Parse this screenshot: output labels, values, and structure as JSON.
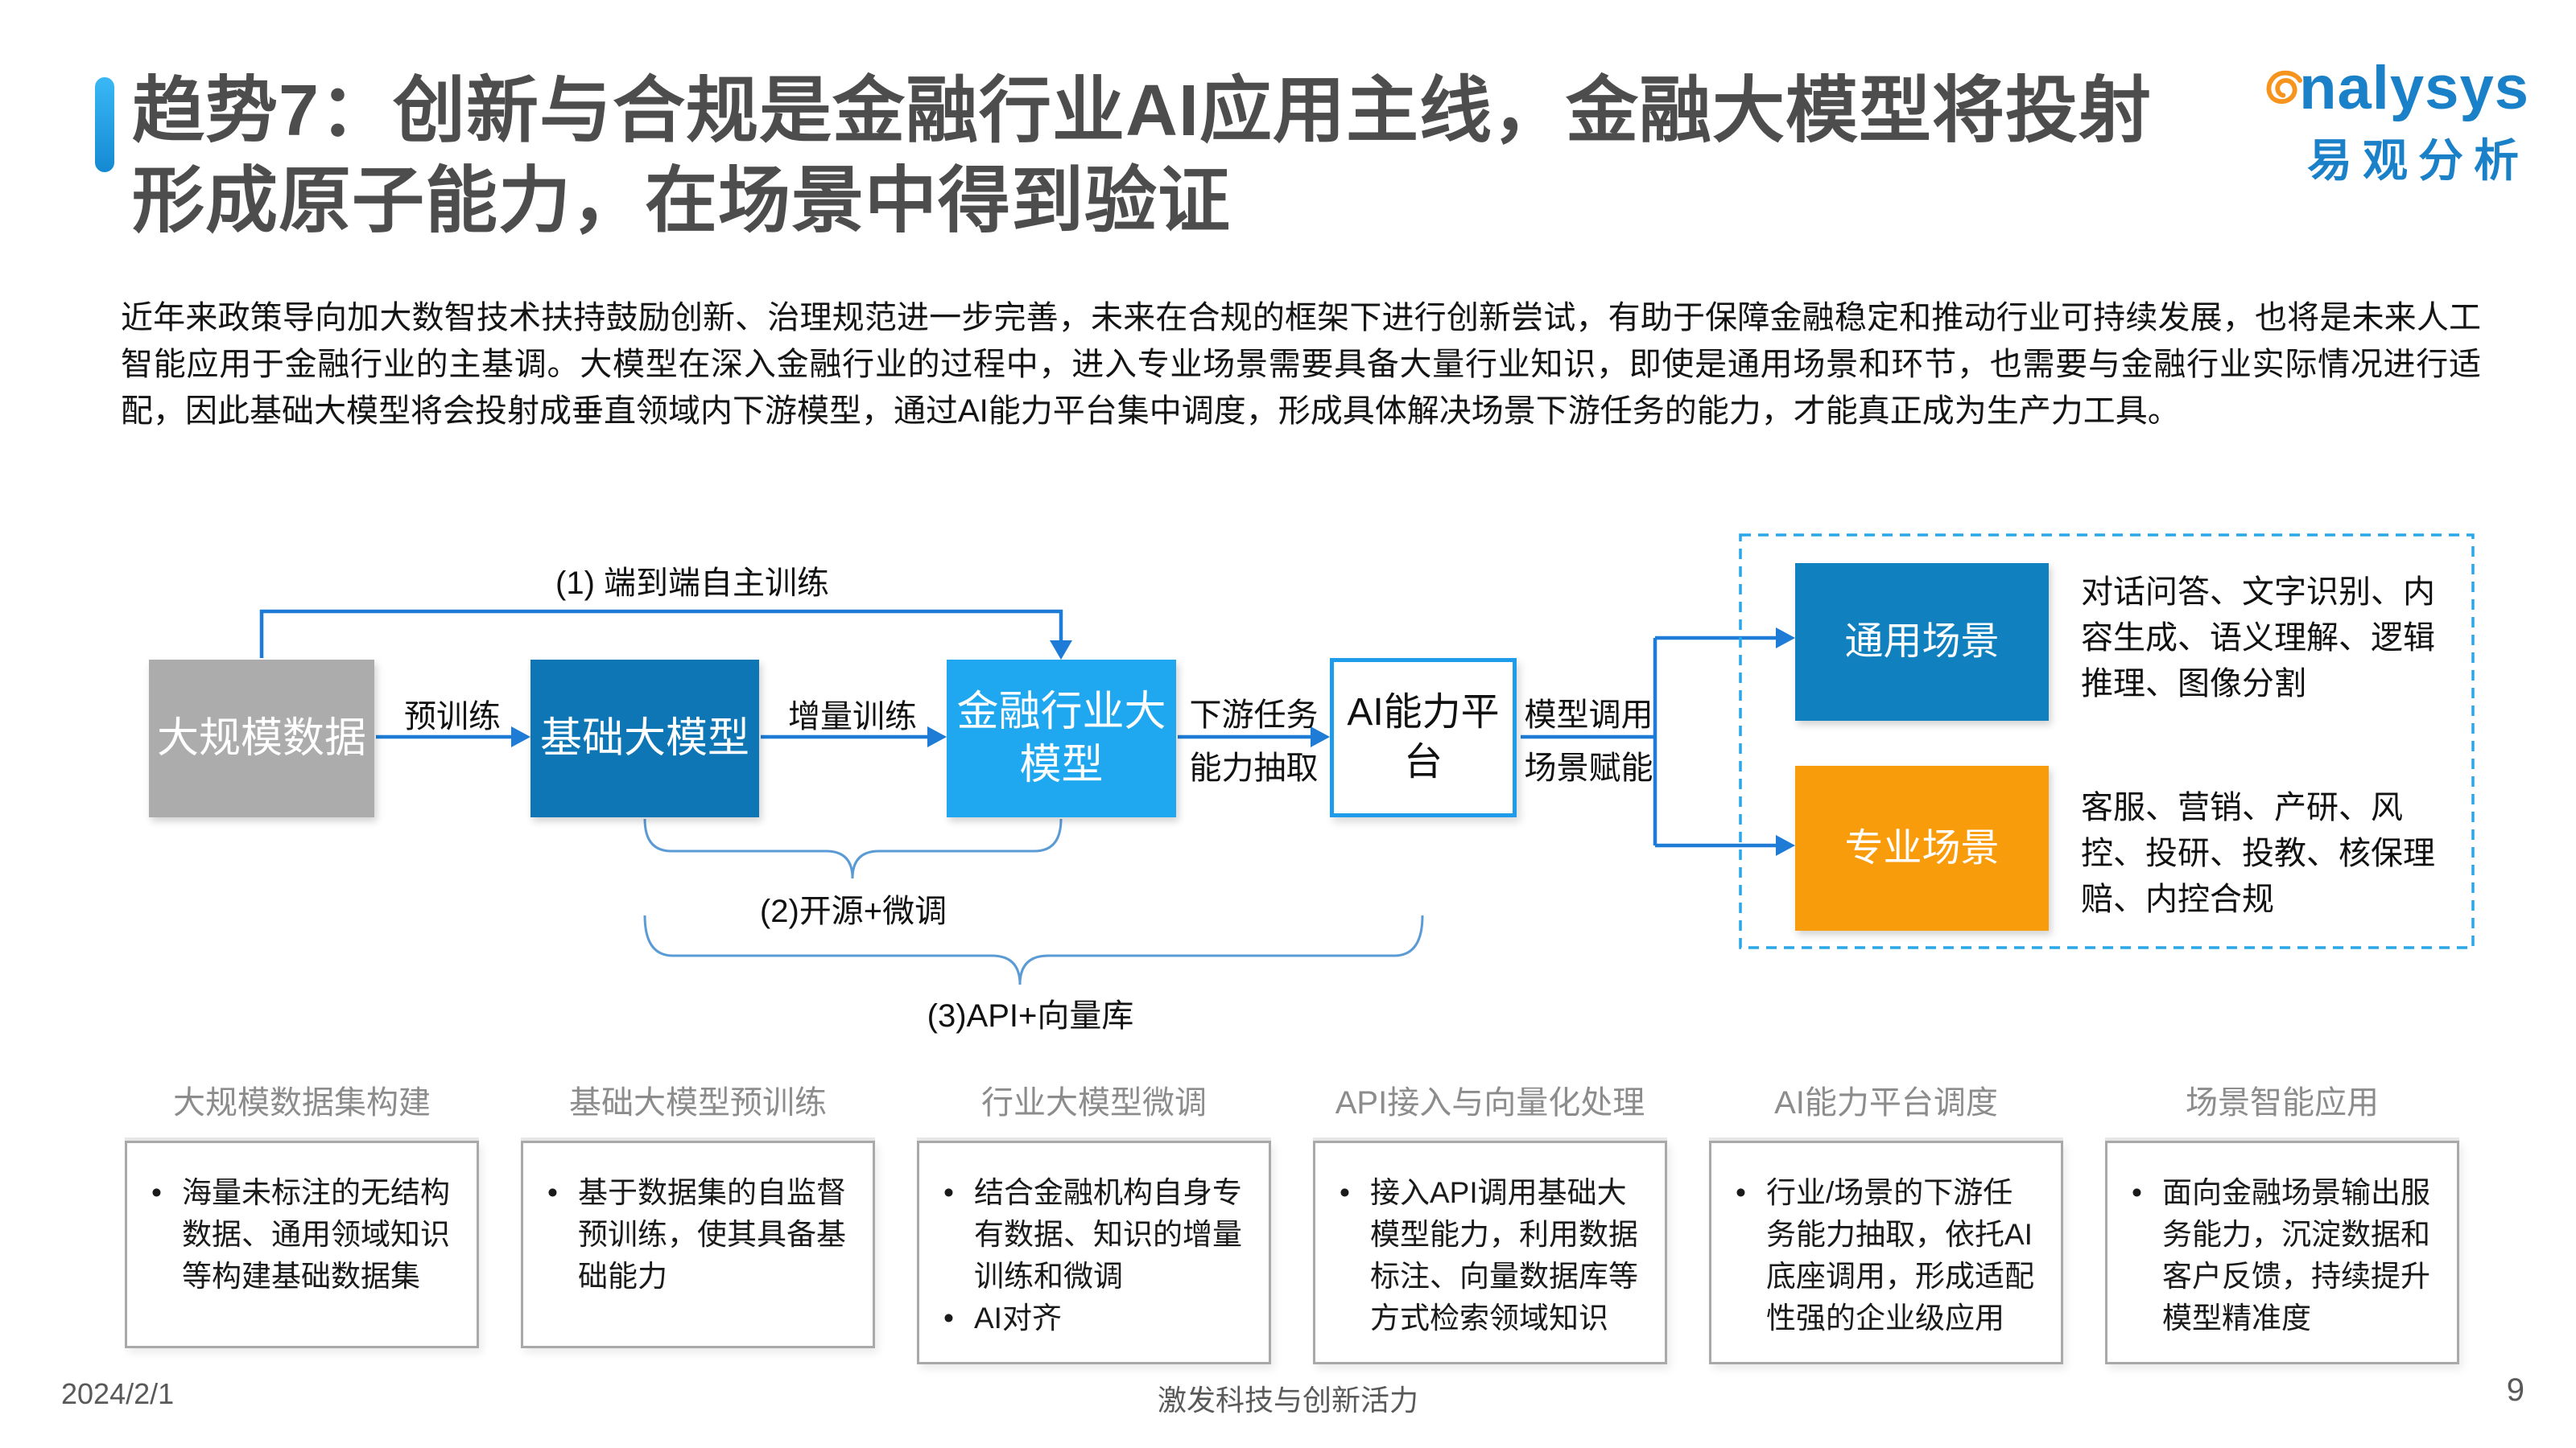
{
  "page": {
    "title_line1": "趋势7：创新与合规是金融行业AI应用主线，金融大模型将投射",
    "title_line2": "形成原子能力，在场景中得到验证",
    "paragraph": "近年来政策导向加大数智技术扶持鼓励创新、治理规范进一步完善，未来在合规的框架下进行创新尝试，有助于保障金融稳定和推动行业可持续发展，也将是未来人工智能应用于金融行业的主基调。大模型在深入金融行业的过程中，进入专业场景需要具备大量行业知识，即使是通用场景和环节，也需要与金融行业实际情况进行适配，因此基础大模型将会投射成垂直领域内下游模型，通过AI能力平台集中调度，形成具体解决场景下游任务的能力，才能真正成为生产力工具。"
  },
  "logo": {
    "wordmark_tail": "nalysys",
    "cn_name": "易观分析",
    "orange": "#F7941E",
    "blue": "#1A80C8"
  },
  "diagram": {
    "line_color": "#1E7CD7",
    "nodes": {
      "data": {
        "label": "大规模数据",
        "color": "#ACACAC"
      },
      "base": {
        "label": "基础大模型",
        "color": "#0E76B4"
      },
      "industry": {
        "label": "金融行业大模型",
        "color": "#1FA7EF"
      },
      "platform": {
        "label": "AI能力平台",
        "border_color": "#1E9BE9"
      },
      "general": {
        "label": "通用场景",
        "color": "#1080BF",
        "desc": "对话问答、文字识别、内容生成、语义理解、逻辑推理、图像分割"
      },
      "professional": {
        "label": "专业场景",
        "color": "#F99C0C",
        "desc": "客服、营销、产研、风控、投研、投教、核保理赔、内控合规"
      }
    },
    "edge_labels": {
      "pretrain": "预训练",
      "incremental": "增量训练",
      "downstream_line1": "下游任务",
      "downstream_line2": "能力抽取",
      "invoke_line1": "模型调用",
      "invoke_line2": "场景赋能"
    },
    "routes": {
      "r1": "(1) 端到端自主训练",
      "r2": "(2)开源+微调",
      "r3": "(3)API+向量库"
    }
  },
  "columns": [
    {
      "header": "大规模数据集构建",
      "bullets": [
        "海量未标注的无结构数据、通用领域知识等构建基础数据集"
      ]
    },
    {
      "header": "基础大模型预训练",
      "bullets": [
        "基于数据集的自监督预训练，使其具备基础能力"
      ]
    },
    {
      "header": "行业大模型微调",
      "bullets": [
        "结合金融机构自身专有数据、知识的增量训练和微调",
        "AI对齐"
      ]
    },
    {
      "header": "API接入与向量化处理",
      "bullets": [
        "接入API调用基础大模型能力，利用数据标注、向量数据库等方式检索领域知识"
      ]
    },
    {
      "header": "AI能力平台调度",
      "bullets": [
        "行业/场景的下游任务能力抽取，依托AI底座调用，形成适配性强的企业级应用"
      ]
    },
    {
      "header": "场景智能应用",
      "bullets": [
        "面向金融场景输出服务能力，沉淀数据和客户反馈，持续提升模型精准度"
      ]
    }
  ],
  "footer": {
    "date": "2024/2/1",
    "slogan": "激发科技与创新活力",
    "page_number": "9"
  }
}
